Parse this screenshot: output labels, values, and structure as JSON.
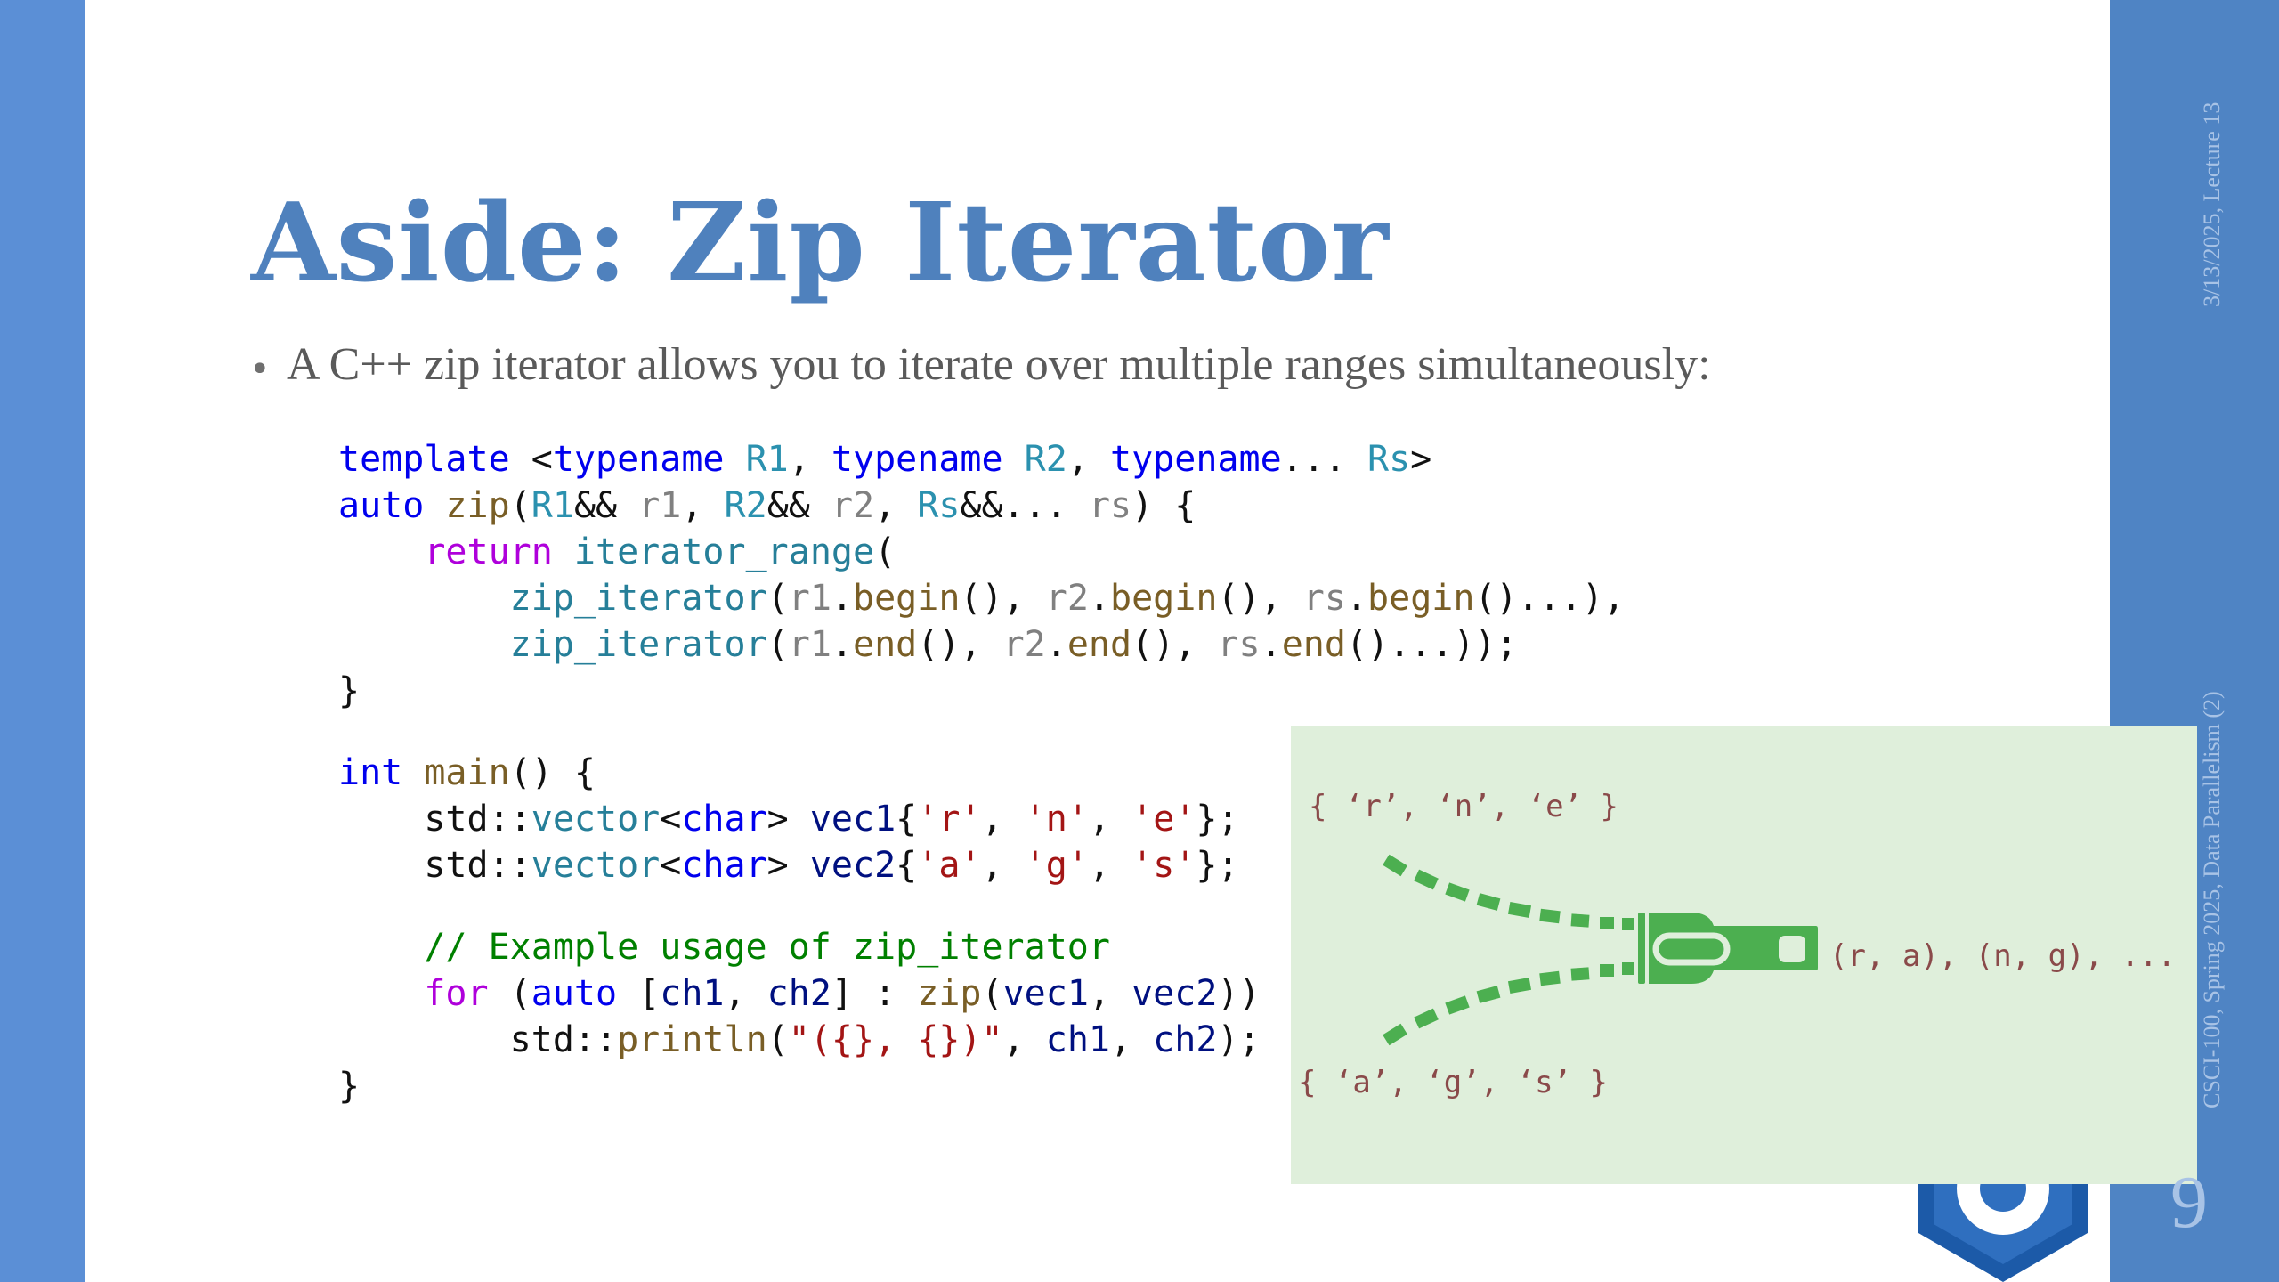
{
  "slide": {
    "title": "Aside: Zip Iterator",
    "bullet": "A C++ zip iterator allows you to iterate over multiple ranges simultaneously:"
  },
  "code": {
    "line1": [
      "template",
      " <",
      "typename",
      " ",
      "R1",
      ", ",
      "typename",
      " ",
      "R2",
      ", ",
      "typename",
      "... ",
      "Rs",
      ">"
    ],
    "line2": [
      "auto",
      " ",
      "zip",
      "(",
      "R1",
      "&& ",
      "r1",
      ", ",
      "R2",
      "&& ",
      "r2",
      ", ",
      "Rs",
      "&&... ",
      "rs",
      ") {"
    ],
    "line3": [
      "    ",
      "return",
      " ",
      "iterator_range",
      "("
    ],
    "line4": [
      "        ",
      "zip_iterator",
      "(",
      "r1",
      ".",
      "begin",
      "(), ",
      "r2",
      ".",
      "begin",
      "(), ",
      "rs",
      ".",
      "begin",
      "()...),"
    ],
    "line5": [
      "        ",
      "zip_iterator",
      "(",
      "r1",
      ".",
      "end",
      "(), ",
      "r2",
      ".",
      "end",
      "(), ",
      "rs",
      ".",
      "end",
      "()...));"
    ],
    "line6": "}",
    "line7": [
      "int",
      " ",
      "main",
      "() {"
    ],
    "line8": [
      "    std::",
      "vector",
      "<",
      "char",
      "> ",
      "vec1",
      "{",
      "'r'",
      ", ",
      "'n'",
      ", ",
      "'e'",
      "};"
    ],
    "line9": [
      "    std::",
      "vector",
      "<",
      "char",
      "> ",
      "vec2",
      "{",
      "'a'",
      ", ",
      "'g'",
      ", ",
      "'s'",
      "};"
    ],
    "line10": "    // Example usage of zip_iterator",
    "line11": [
      "    ",
      "for",
      " (",
      "auto",
      " [",
      "ch1",
      ", ",
      "ch2",
      "] : ",
      "zip",
      "(",
      "vec1",
      ", ",
      "vec2",
      "))"
    ],
    "line12": [
      "        std::",
      "println",
      "(",
      "\"({}, {})\"",
      ", ",
      "ch1",
      ", ",
      "ch2",
      ");"
    ],
    "line13": "}"
  },
  "zip_diagram": {
    "top_set": "{ ‘r’, ‘n’, ‘e’ }",
    "bottom_set": "{ ‘a’, ‘g’, ‘s’ }",
    "output": "(r, a), (n, g), ...",
    "zipper_color": "#4caf50",
    "panel_color": "#dfefdb"
  },
  "sidebar": {
    "date_lecture": "3/13/2025, Lecture 13",
    "course": "CSCI-100, Spring 2025, Data Parallelism (2)",
    "page_number": "9"
  },
  "colors": {
    "title": "#4f81bd",
    "left_bar": "#5b8fd6",
    "right_bar": "#4f84c4",
    "logo": "#1c5aa8"
  },
  "icons": [
    "zipper-icon",
    "cpp-logo-icon"
  ]
}
